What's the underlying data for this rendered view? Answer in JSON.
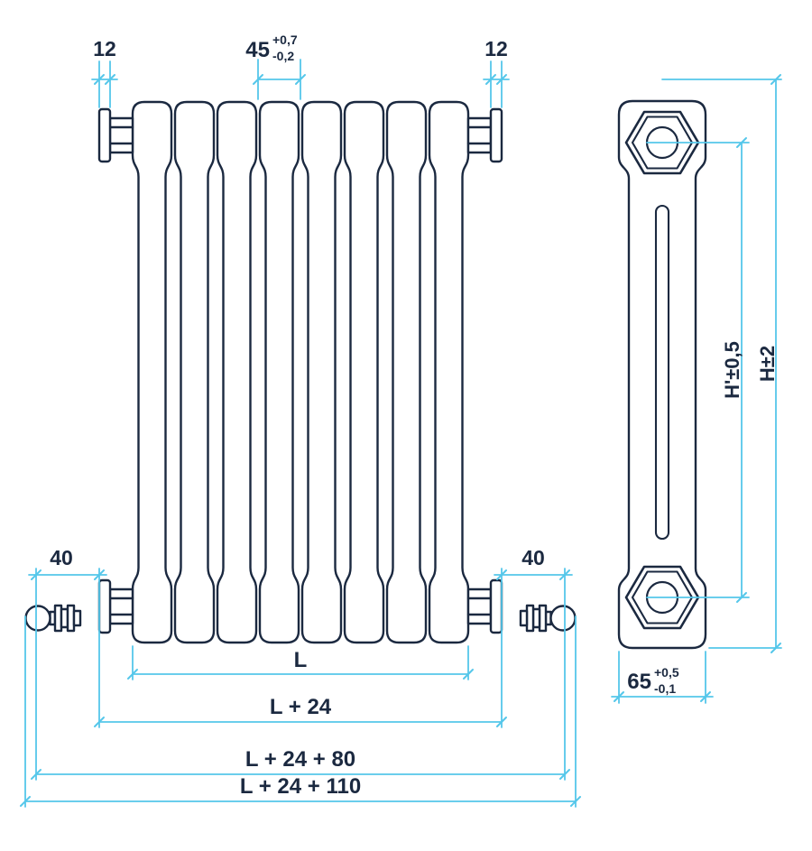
{
  "drawing": {
    "type": "technical-dimension-drawing",
    "subject": "tubular-column-radiator-front-and-side-view",
    "colors": {
      "line": "#1b2940",
      "dimension": "#55c7ea",
      "text": "#1b2940",
      "background": "#ffffff"
    },
    "labels": {
      "flange_left": "12",
      "flange_right": "12",
      "pitch": "45",
      "pitch_tol_plus": "+0,7",
      "pitch_tol_minus": "-0,2",
      "offset_left": "40",
      "offset_right": "40",
      "length": "L",
      "length_24": "L + 24",
      "length_24_80": "L + 24 + 80",
      "length_24_110": "L + 24 + 110",
      "height_axes": "H'±0,5",
      "height_overall": "H±2",
      "depth": "65",
      "depth_tol_plus": "+0,5",
      "depth_tol_minus": "-0,1"
    }
  }
}
